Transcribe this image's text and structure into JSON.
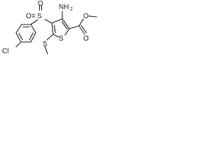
{
  "structure": {
    "atoms": {
      "amino_n": "NH",
      "amino_h_count": "2",
      "sulfonyl_s": "S",
      "sulfonyl_o_top": "O",
      "sulfonyl_o_left": "O",
      "ring_s": "S",
      "thioether_s": "S",
      "chlorine": "Cl",
      "carbonyl_o": "O",
      "ester_o": "O"
    }
  }
}
